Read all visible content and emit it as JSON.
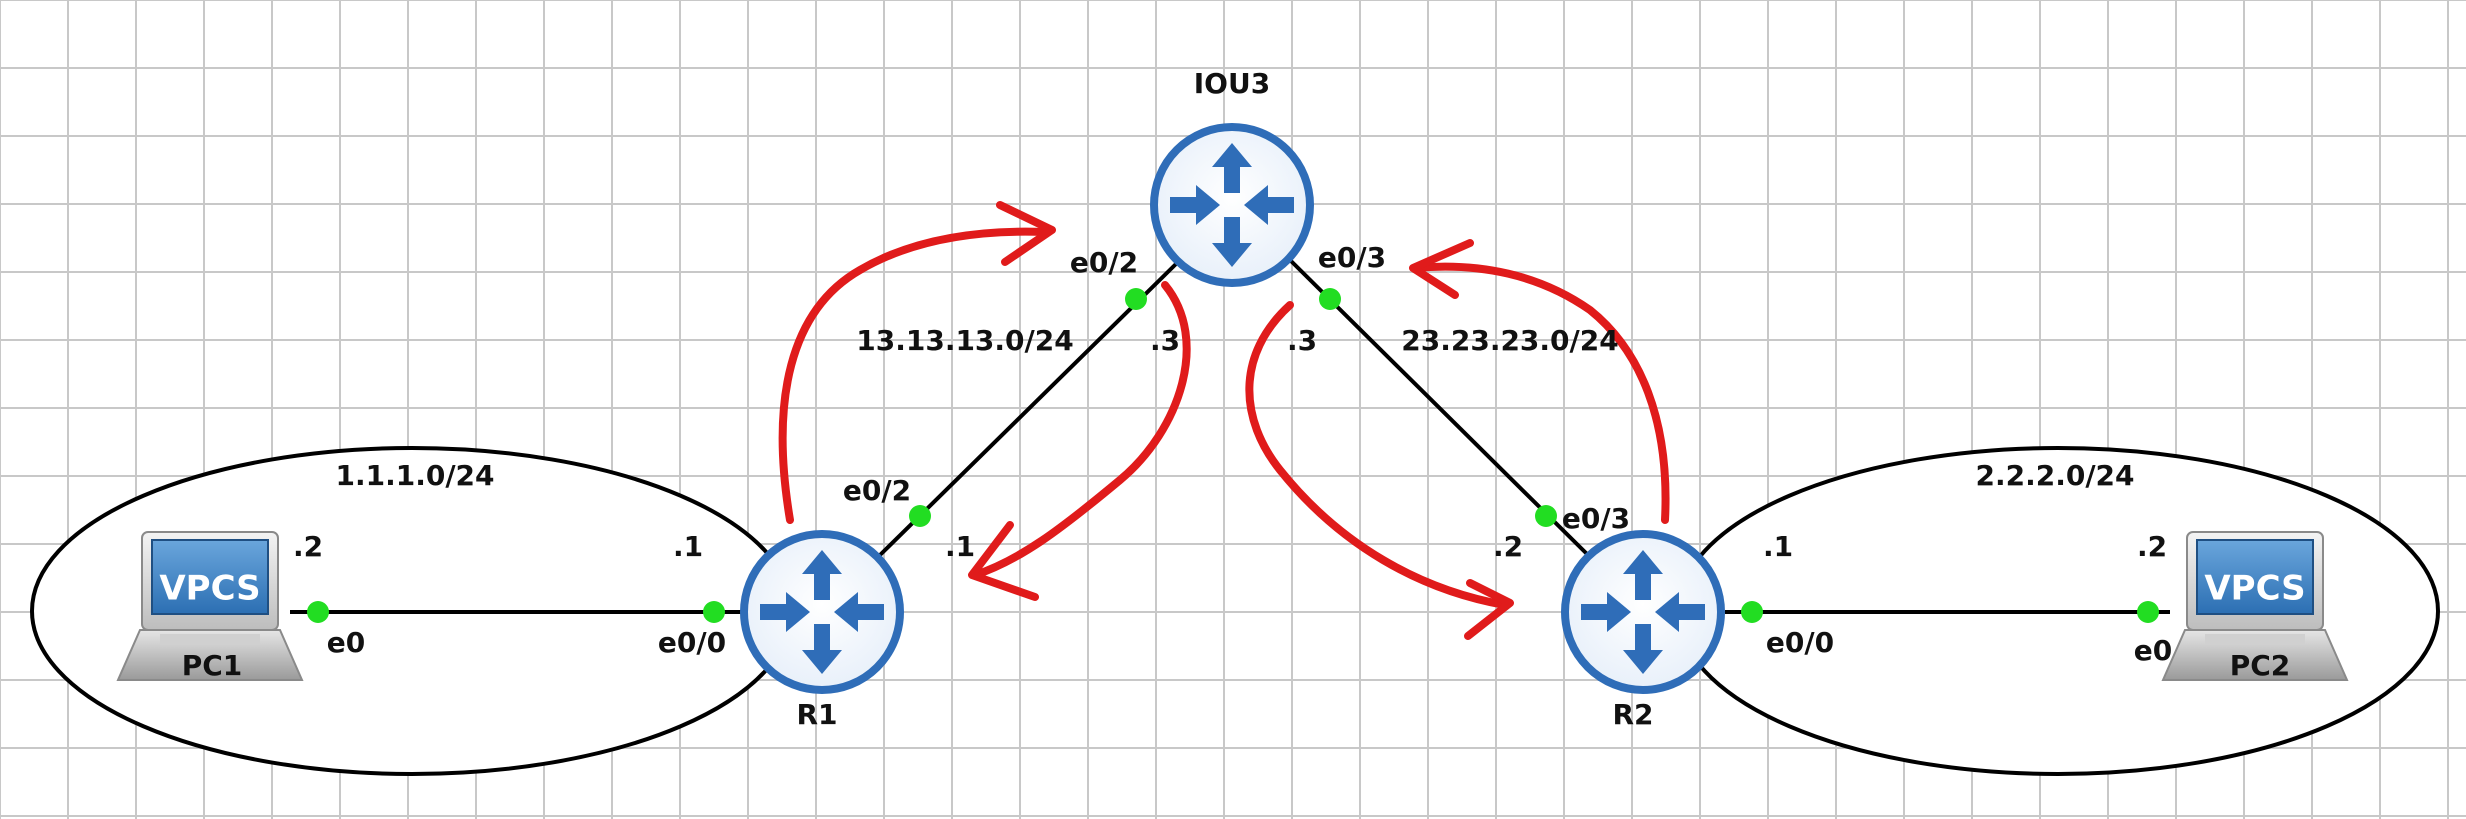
{
  "colors": {
    "grid": "#c8c8c8",
    "link": "#000000",
    "port_dot": "#22dd22",
    "router_ring": "#2f6db8",
    "router_arrow": "#2f6db8",
    "annotation": "#e01b1b",
    "vpcs_screen": "#3b82c4"
  },
  "icons": {
    "router": "router-icon",
    "pc": "vpcs-pc-icon"
  },
  "devices": {
    "iou3": {
      "name": "IOU3"
    },
    "r1": {
      "name": "R1"
    },
    "r2": {
      "name": "R2"
    },
    "pc1": {
      "name": "PC1",
      "screen_text": "VPCS"
    },
    "pc2": {
      "name": "PC2",
      "screen_text": "VPCS"
    }
  },
  "networks": {
    "lan1": "1.1.1.0/24",
    "lan2": "2.2.2.0/24",
    "link13": "13.13.13.0/24",
    "link23": "23.23.23.0/24"
  },
  "interfaces": {
    "pc1_e0": "e0",
    "r1_e0_0": "e0/0",
    "r1_e0_2": "e0/2",
    "iou3_e0_2": "e0/2",
    "iou3_e0_3": "e0/3",
    "r2_e0_3": "e0/3",
    "r2_e0_0": "e0/0",
    "pc2_e0": "e0"
  },
  "host_octets": {
    "pc1": ".2",
    "r1_lan": ".1",
    "r1_link13": ".1",
    "iou3_link13": ".3",
    "iou3_link23": ".3",
    "r2_link23": ".2",
    "r2_lan": ".1",
    "pc2": ".2"
  }
}
